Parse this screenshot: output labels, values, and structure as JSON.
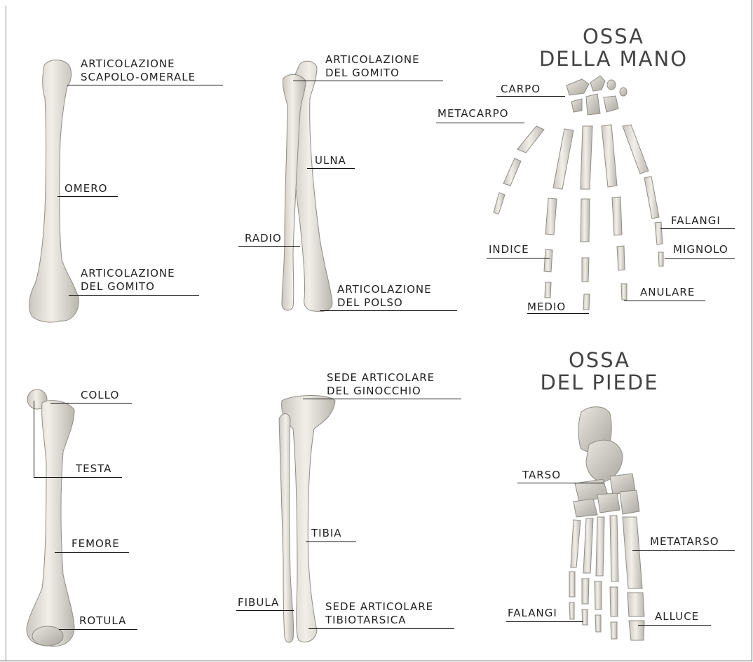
{
  "titles": {
    "hand": [
      "OSSA",
      "DELLA MANO"
    ],
    "foot": [
      "OSSA",
      "DEL PIEDE"
    ]
  },
  "humerus": {
    "shoulder": [
      "ARTICOLAZIONE",
      "SCAPOLO-OMERALE"
    ],
    "bone": "OMERO",
    "elbow": [
      "ARTICOLAZIONE",
      "DEL GOMITO"
    ]
  },
  "forearm": {
    "elbow": [
      "ARTICOLAZIONE",
      "DEL GOMITO"
    ],
    "ulna": "ULNA",
    "radius": "RADIO",
    "wrist": [
      "ARTICOLAZIONE",
      "DEL POLSO"
    ]
  },
  "hand": {
    "carpus": "CARPO",
    "metacarpus": "METACARPO",
    "phalanges": "FALANGI",
    "index": "INDICE",
    "little": "MIGNOLO",
    "middle": "MEDIO",
    "ring": "ANULARE"
  },
  "femur": {
    "neck": "COLLO",
    "head": "TESTA",
    "bone": "FEMORE",
    "patella": "ROTULA"
  },
  "leg": {
    "knee": [
      "SEDE ARTICOLARE",
      "DEL GINOCCHIO"
    ],
    "tibia": "TIBIA",
    "fibula": "FIBULA",
    "ankle": [
      "SEDE ARTICOLARE",
      "TIBIOTARSICA"
    ]
  },
  "foot": {
    "tarsus": "TARSO",
    "metatarsus": "METATARSO",
    "phalanges": "FALANGI",
    "hallux": "ALLUCE"
  }
}
